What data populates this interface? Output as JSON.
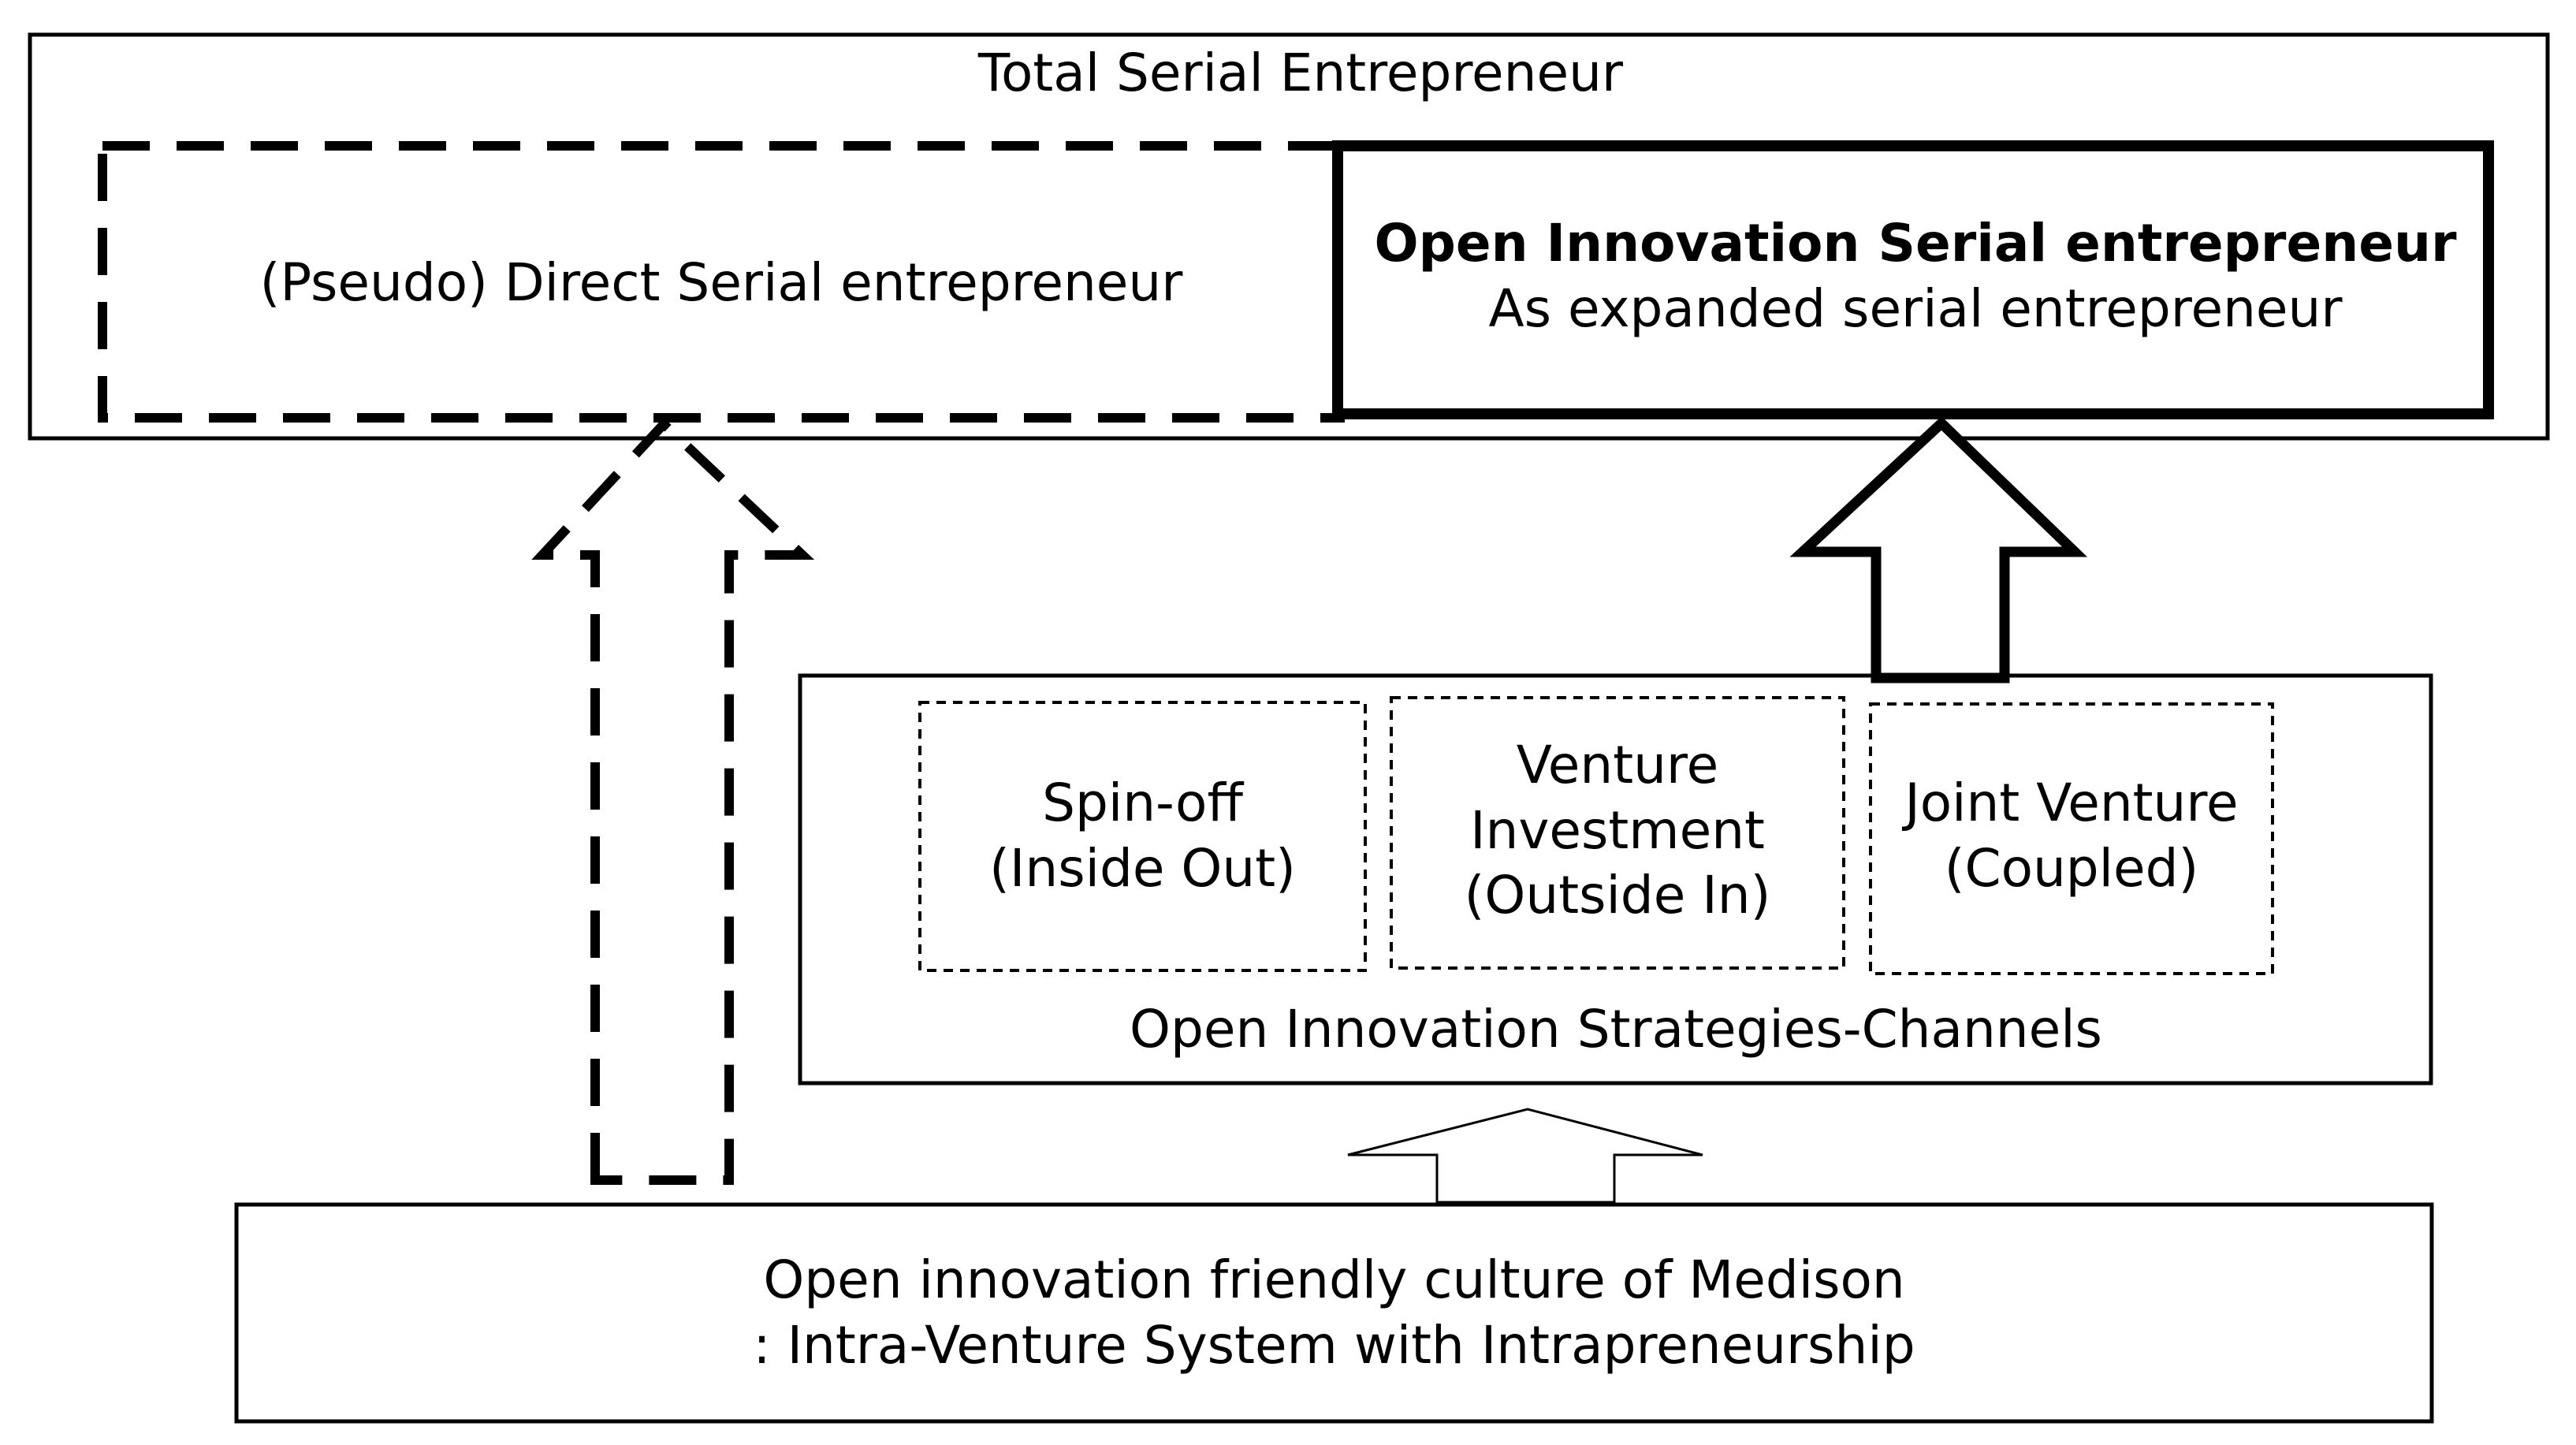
{
  "diagram": {
    "outer": {
      "title": "Total Serial Entrepreneur"
    },
    "direct": {
      "label": "(Pseudo) Direct Serial entrepreneur"
    },
    "open_serial": {
      "title": "Open Innovation Serial entrepreneur",
      "subtitle": "As expanded serial entrepreneur"
    },
    "strategies": {
      "caption": "Open Innovation Strategies-Channels",
      "items": [
        {
          "line1": "Spin-off",
          "line2": "(Inside Out)"
        },
        {
          "line1": "Venture",
          "line2": "Investment",
          "line3": "(Outside In)"
        },
        {
          "line1": "Joint Venture",
          "line2": "(Coupled)"
        }
      ]
    },
    "culture": {
      "line1": "Open innovation friendly culture of  Medison",
      "line2": ": Intra-Venture System with Intrapreneurship"
    }
  }
}
